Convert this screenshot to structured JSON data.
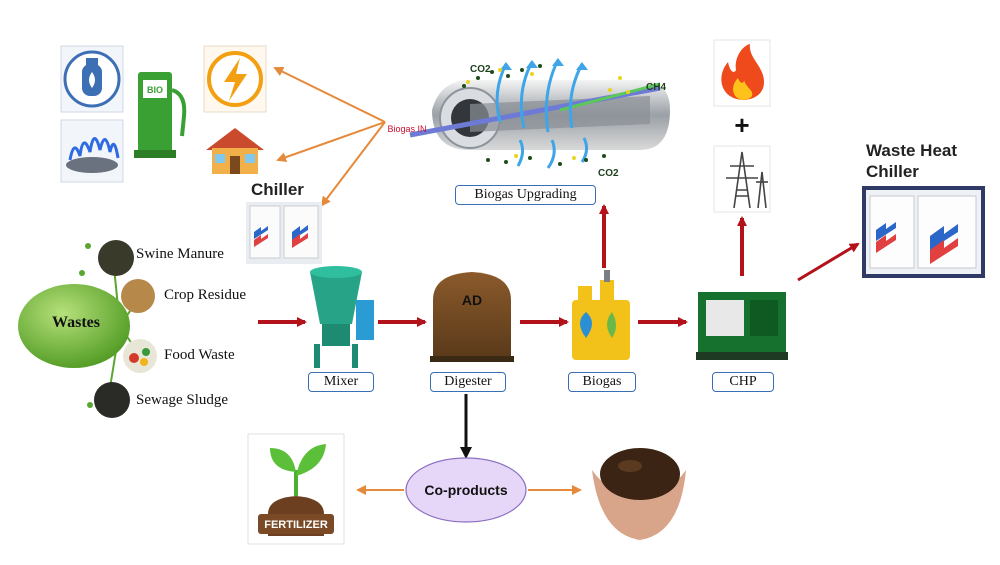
{
  "wastes": {
    "title": "Wastes",
    "items": [
      "Swine Manure",
      "Crop Residue",
      "Food Waste",
      "Sewage Sludge"
    ]
  },
  "process": {
    "mixer": "Mixer",
    "digester": "Digester",
    "digester_tag": "AD",
    "biogas": "Biogas",
    "chp": "CHP",
    "upgrading": "Biogas Upgrading"
  },
  "upgrading_labels": {
    "biogas_in": "Biogas IN",
    "co2_top": "CO2",
    "co2_bottom": "CO2",
    "ch4": "CH4"
  },
  "chiller": {
    "label": "Chiller"
  },
  "waste_heat_chiller": {
    "label_line1": "Waste Heat",
    "label_line2": "Chiller"
  },
  "bio_pump_text": "BIO",
  "plus": "+",
  "coproducts": {
    "label": "Co-products",
    "fertilizer": "FERTILIZER"
  },
  "colors": {
    "arrow_red": "#b3121a",
    "arrow_orange": "#e58a3a",
    "waste_green": "#5aa630",
    "coproducts_fill": "#e6d6f7",
    "label_border": "#3a6fb5"
  }
}
